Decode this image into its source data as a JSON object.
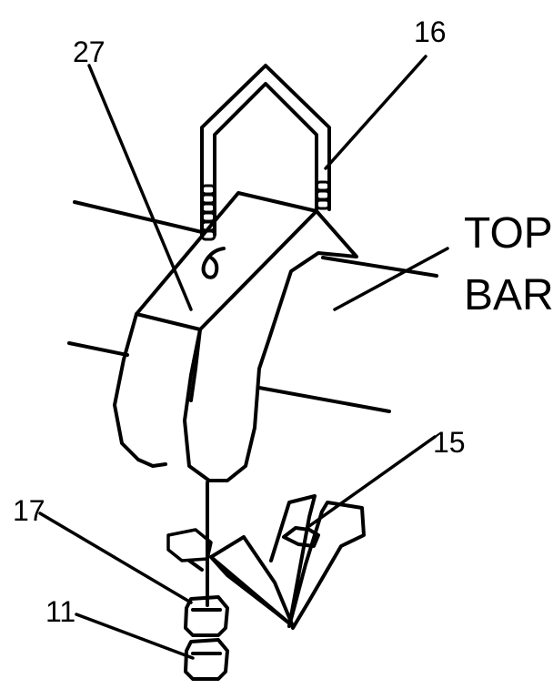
{
  "labels": {
    "ref_27": "27",
    "ref_16": "16",
    "ref_15": "15",
    "ref_17": "17",
    "ref_11": "11",
    "top": "TOP",
    "bar": "BAR"
  }
}
